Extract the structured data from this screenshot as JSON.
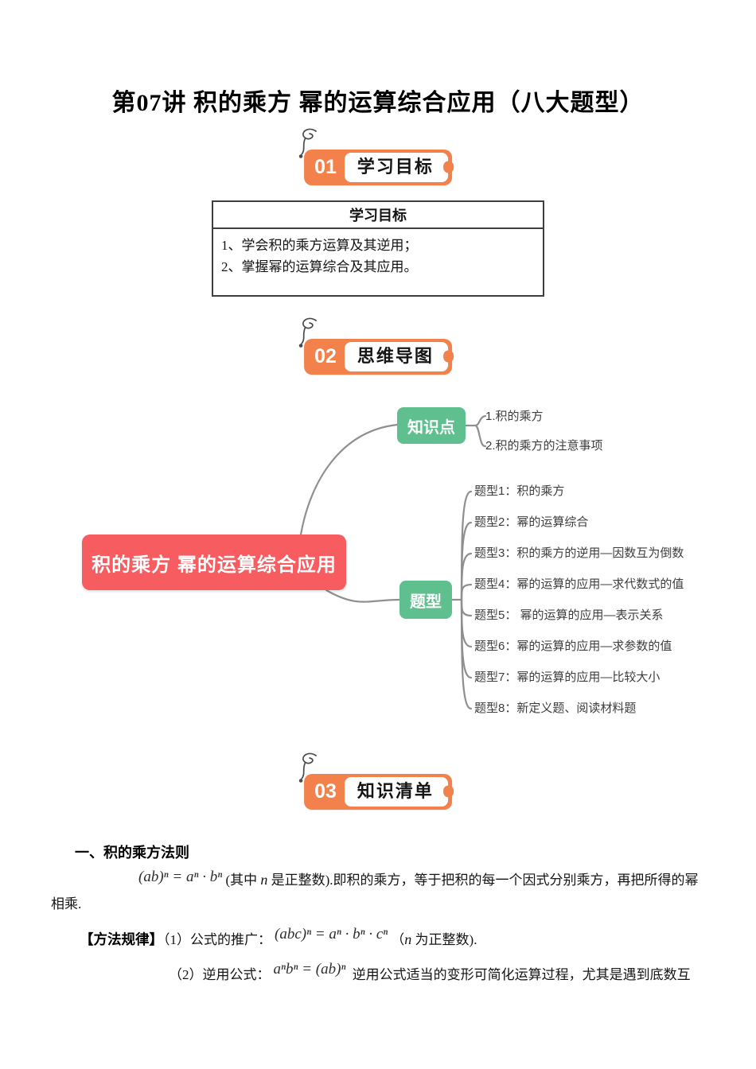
{
  "title": "第07讲 积的乘方 幂的运算综合应用（八大题型）",
  "badges": [
    {
      "num": "01",
      "label": "学习目标"
    },
    {
      "num": "02",
      "label": "思维导图"
    },
    {
      "num": "03",
      "label": "知识清单"
    }
  ],
  "objectives": {
    "header": "学习目标",
    "items": [
      "1、学会积的乘方运算及其逆用；",
      "2、掌握幂的运算综合及其应用。"
    ]
  },
  "mindmap": {
    "root": "积的乘方 幂的运算综合应用",
    "knowledge_label": "知识点",
    "knowledge_items": [
      "1.积的乘方",
      "2.积的乘方的注意事项"
    ],
    "types_label": "题型",
    "types_items": [
      "题型1：积的乘方",
      "题型2：幂的运算综合",
      "题型3：积的乘方的逆用—因数互为倒数",
      "题型4：幂的运算的应用—求代数式的值",
      "题型5： 幂的运算的应用—表示关系",
      "题型6：幂的运算的应用—求参数的值",
      "题型7：幂的运算的应用—比较大小",
      "题型8：新定义题、阅读材料题"
    ]
  },
  "content": {
    "heading": "一、积的乘方法则",
    "p1": {
      "formula": "(ab)ⁿ = aⁿ · bⁿ",
      "t1": " (其中 ",
      "var": "n",
      "t2": " 是正整数).即积的乘方，等于把积的每一个因式分别乘方，再把所得的幂相乘."
    },
    "p2": {
      "bold": "【方法规律】",
      "t1": "（1）公式的推广：",
      "formula": "(abc)ⁿ = aⁿ · bⁿ · cⁿ",
      "t2": "（",
      "var": "n",
      "t3": " 为正整数)."
    },
    "p3": {
      "t1": "（2）逆用公式：",
      "formula": "aⁿbⁿ = (ab)ⁿ",
      "t2": " 逆用公式适当的变形可简化运算过程，尤其是遇到底数互"
    }
  },
  "colors": {
    "accent_orange": "#F2814C",
    "root_node_red": "#F75C60",
    "branch_node_green": "#5FBF8E",
    "connector_gray": "#8f8f8f"
  }
}
